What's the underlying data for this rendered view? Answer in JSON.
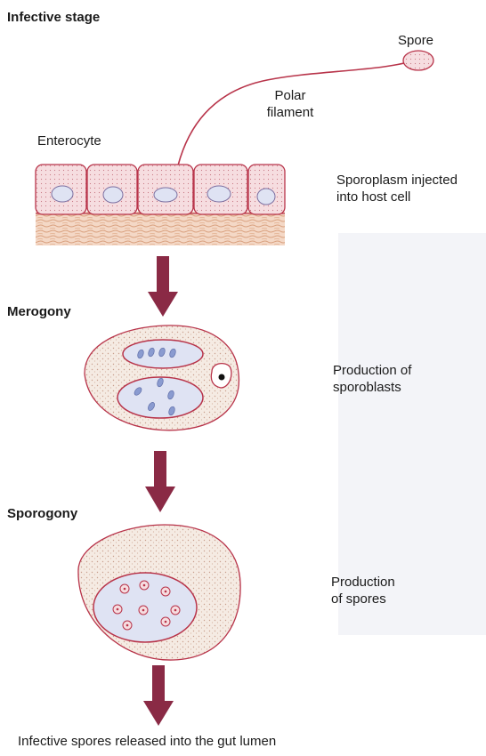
{
  "stages": {
    "infective": "Infective stage",
    "merogony": "Merogony",
    "sporogony": "Sporogony"
  },
  "labels": {
    "spore": "Spore",
    "polar_filament_1": "Polar",
    "polar_filament_2": "filament",
    "enterocyte": "Enterocyte",
    "sporoplasm_1": "Sporoplasm injected",
    "sporoplasm_2": "into host cell",
    "sporoblasts_1": "Production of",
    "sporoblasts_2": "sporoblasts",
    "spores_1": "Production",
    "spores_2": "of spores",
    "footer": "Infective spores released into the gut lumen"
  },
  "colors": {
    "arrow": "#8a2a45",
    "membrane": "#b8344a",
    "cell_fill": "#f6dde0",
    "tissue": "#e8b89a",
    "cytoplasm": "#f5ebe3",
    "vacuole": "#dfe3f3"
  }
}
